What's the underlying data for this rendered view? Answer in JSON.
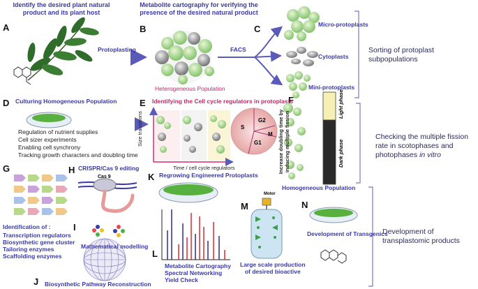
{
  "headers": {
    "identify": "Identify the desired plant natural product and its plant host",
    "cartography": "Metabolite cartography for verifying the presence of the desired natural product"
  },
  "panels": {
    "A": "A",
    "B": "B",
    "C": "C",
    "D": "D",
    "E": "E",
    "F": "F",
    "G": "G",
    "H": "H",
    "I": "I",
    "J": "J",
    "K": "K",
    "L": "L",
    "M": "M",
    "N": "N"
  },
  "texts": {
    "protoplasting": "Protoplasting",
    "facs": "FACS",
    "heterogeneous": "Heterogeneous Population",
    "micro": "Micro-protoplasts",
    "cyto": "Cytoplasts",
    "mini": "Mini-protoplasts",
    "sorting": "Sorting of protoplast subpopulations",
    "culturing": "Culturing Homogeneous Population",
    "identifying_cc": "Identifying the Cell cycle regulators in protoplasts",
    "d_list": [
      "Regulation of nutrient supplies",
      "Cell sizer experiments",
      "Enabling cell synchrony",
      "Tracking growth characters and doubling time"
    ],
    "size_transitions": "Size transitions",
    "time_axis": "Time / cell cycle regulators",
    "phases": {
      "s": "S",
      "g2": "G2",
      "m": "M",
      "g1": "G1"
    },
    "increase_doubling": "Increase doubling time by inducing multiple fission",
    "light_phase": "Light phase",
    "dark_phase": "Dark phase",
    "homogeneous": "Homogeneous Population",
    "checking": "Checking the multiple fission rate in scotophases and photophases",
    "in_vitro": "in vitro",
    "crispr": "CRISPR/Cas 9 editing",
    "cas9": "Cas 9",
    "regrowing": "Regrowing Engineered Protoplasts",
    "motor": "Motor",
    "identification_title": "Identification of :",
    "identification_list": [
      "Transcription regulators",
      "Biosynthetic gene cluster",
      "Tailoring enzymes",
      "Scaffolding enzymes"
    ],
    "math": "Mathematical modelling",
    "l_list": [
      "Metabolite Cartography",
      "Spectral Networking",
      "Yield Check"
    ],
    "large_scale": [
      "Large scale production",
      "of desired bioactive"
    ],
    "transgenics": "Development of Transgenics",
    "biosynthetic_recon": "Biosynthetic Pathway Reconstruction",
    "development": "Development  of transplastomic products"
  },
  "colors": {
    "header": "#3a3aa8",
    "arrow": "#5a5ab8",
    "leaf": "#2f6b2a",
    "cell_fill": "#8fcf7a",
    "cell_dot": "#e0c23a",
    "light_phase": "#f6f0b4",
    "dark_phase": "#2a2a2a",
    "spectrum_red": "#d8282a",
    "spectrum_blue": "#2a2a8a",
    "motor": "#e8b420"
  }
}
